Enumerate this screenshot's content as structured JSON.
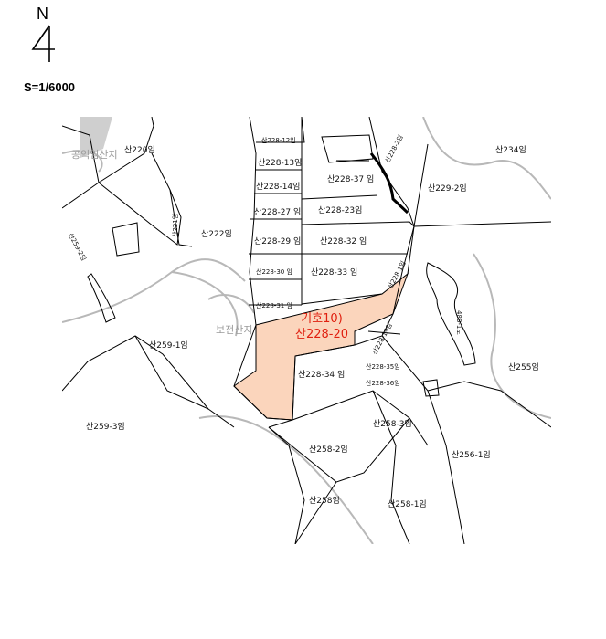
{
  "north": {
    "label": "N",
    "icon": "north-arrow-icon"
  },
  "scale": "S=1/6000",
  "highlight": {
    "code": "기호10)",
    "parcel": "산228-20",
    "fill": "#fbd5bc",
    "text_color": "#e02010"
  },
  "labels": {
    "p220": "산220임",
    "p221": "산221임",
    "p222": "산222임",
    "p259_2": "산259-2임",
    "p259_1": "산259-1임",
    "p259_3": "산259-3임",
    "p228_12": "산228-12임",
    "p228_13": "산228-13임",
    "p228_14": "산228-14임",
    "p228_27": "산228-27 임",
    "p228_29": "산228-29 임",
    "p228_30": "산228-30 임",
    "p228_31": "산228-31 임",
    "p228_37": "산228-37 임",
    "p228_23": "산228-23임",
    "p228_32": "산228-32 임",
    "p228_33": "산228-33 임",
    "p228_34": "산228-34 임",
    "p228_35": "산228-35임",
    "p228_36": "산228-36임",
    "p228_19": "산228-19임",
    "p228_1": "산228-1임",
    "p228_2": "산228-2임",
    "p229_2": "산229-2임",
    "p234": "산234임",
    "p255": "산255임",
    "p256_1": "산256-1임",
    "p258_3": "산258-3임",
    "p258_2": "산258-2임",
    "p258": "산258임",
    "p258_1": "산258-1임",
    "p488": "488-1도",
    "bojeon": "보전산지",
    "gongik": "공익임산지"
  }
}
